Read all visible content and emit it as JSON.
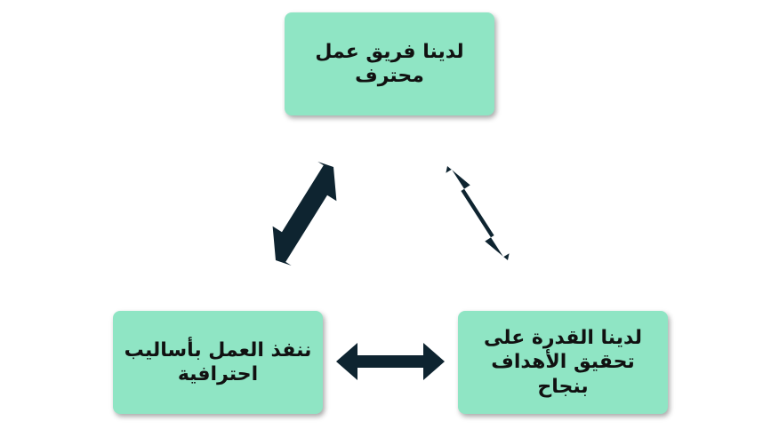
{
  "colors": {
    "box_fill": "#8fe5c4",
    "arrow_fill": "#0e2430",
    "text": "#111111"
  },
  "boxes": {
    "top": {
      "line1": "لدينا فريق عمل",
      "line2": "محترف"
    },
    "left": {
      "line1": "ننفذ العمل بأساليب",
      "line2": "احترافية"
    },
    "right": {
      "line1": "لدينا القدرة على",
      "line2": "تحقيق الأهداف بنجاح"
    }
  },
  "arrows": [
    {
      "from": "top",
      "to": "left",
      "type": "double-headed"
    },
    {
      "from": "top",
      "to": "right",
      "type": "double-headed"
    },
    {
      "from": "left",
      "to": "right",
      "type": "double-headed"
    }
  ]
}
